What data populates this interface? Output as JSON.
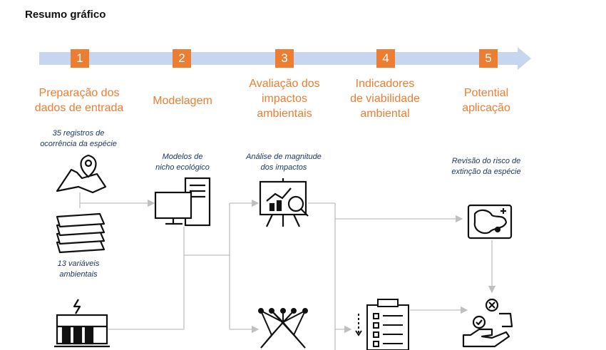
{
  "title": "Resumo gráfico",
  "steps": [
    {
      "num": "1",
      "label": "Preparação dos\ndados de entrada"
    },
    {
      "num": "2",
      "label": "Modelagem"
    },
    {
      "num": "3",
      "label": "Avaliação dos\nimpactos\nambientais"
    },
    {
      "num": "4",
      "label": "Indicadores\nde viabilidade\nambiental"
    },
    {
      "num": "5",
      "label": "Potential\naplicação"
    }
  ],
  "notes": {
    "occurrence": "35 registros de\nocorrência da espécie",
    "variables": "13 variáveis\nambientais",
    "models": "Modelos de\nnicho ecológico",
    "magnitude": "Análise de magnitude\ndos impactos",
    "risk": "Revisão do risco de\nextinção da espécie"
  },
  "colors": {
    "accent": "#ED7D31",
    "arrow": "#C5D6EE",
    "note_text": "#1F3864",
    "connector": "#BFBFBF"
  },
  "icons": [
    "map-pin-icon",
    "layers-icon",
    "computer-icon",
    "analysis-chart-icon",
    "neural-network-icon",
    "checklist-icon",
    "factory-icon",
    "species-map-icon",
    "decision-hand-icon"
  ]
}
